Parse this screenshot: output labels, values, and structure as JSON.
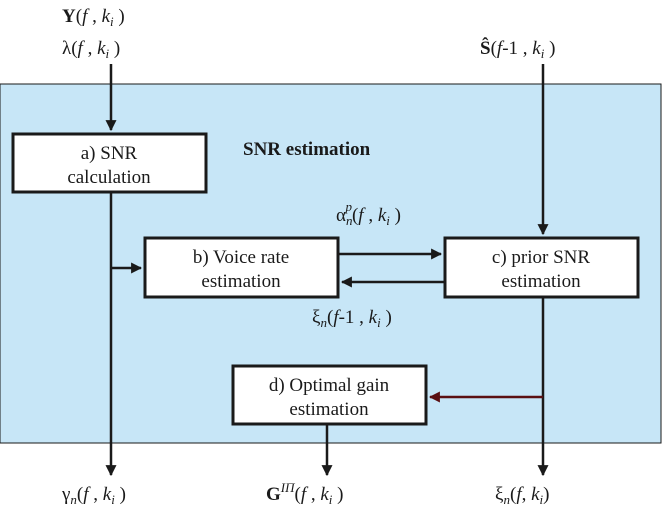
{
  "panel": {
    "title": "SNR estimation",
    "background": "#c7e6f7"
  },
  "blocks": {
    "snr_calc": {
      "line1": "a) SNR",
      "line2": "calculation"
    },
    "voice_rate": {
      "line1": "b) Voice rate",
      "line2": "estimation"
    },
    "prior_snr": {
      "line1": "c) prior SNR",
      "line2": "estimation"
    },
    "optimal_gain": {
      "line1": "d) Optimal gain",
      "line2": "estimation"
    }
  },
  "signals": {
    "input_Y": {
      "base": "Y",
      "open": "(",
      "f": "f",
      "sep": " , ",
      "k": "k",
      "i": "i",
      "close": ")"
    },
    "input_lambda": {
      "base": "λ",
      "open": "(",
      "f": "f",
      "sep": " , ",
      "k": "k",
      "i": "i",
      "close": ")"
    },
    "input_S_hat": {
      "base": "Ŝ",
      "open": "(",
      "f": "f",
      "minus1": "-1",
      "sep": " , ",
      "k": "k",
      "i": "i",
      "close": ")"
    },
    "alpha": {
      "base": "α",
      "sub": "n",
      "sup": "p",
      "open": "(",
      "f": "f",
      "sep": " , ",
      "k": "k",
      "i": "i",
      "close": ")"
    },
    "xi_prev": {
      "base": "ξ",
      "sub": "n",
      "open": "(",
      "f": "f",
      "minus1": "-1",
      "sep": " , ",
      "k": "k",
      "i": "i",
      "close": ")"
    },
    "out_gamma": {
      "base": "γ",
      "sub": "n",
      "open": "(",
      "f": "f",
      "sep": " , ",
      "k": "k",
      "i": "i",
      "close": ")"
    },
    "out_G": {
      "base": "G",
      "sup": "IΠ",
      "open": "(",
      "f": "f",
      "sep": " , ",
      "k": "k",
      "i": "i",
      "close": ")"
    },
    "out_xi": {
      "base": "ξ",
      "sub": "n",
      "open": "(",
      "f": "f",
      "sep": ", ",
      "k": "k",
      "i": "i",
      "close": ")"
    }
  },
  "colors": {
    "wire": "#1a1a1a",
    "gain_feedback": "#5a0f12"
  }
}
